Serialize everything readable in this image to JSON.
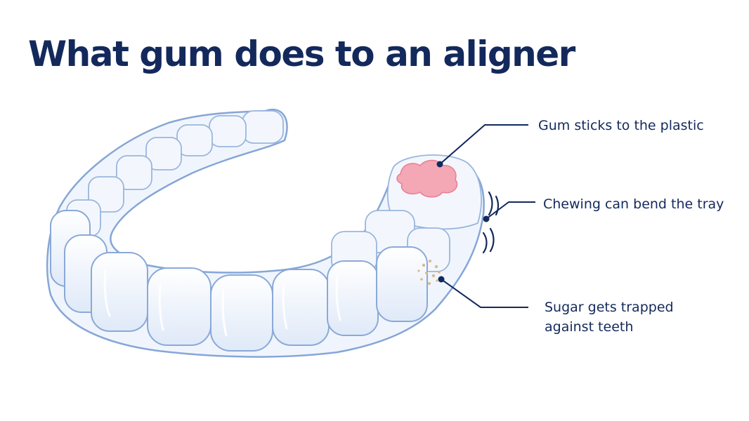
{
  "title": "What gum does to an aligner",
  "colors": {
    "navy": "#13295c",
    "tray_fill": "#e9f1fc",
    "tray_outline": "#86a6d6",
    "gum_pink": "#f4a7b4",
    "sugar_dots": "#d9b98c"
  },
  "callouts": [
    {
      "id": "gum",
      "text": "Gum sticks to the plastic"
    },
    {
      "id": "chew",
      "text": "Chewing can bend the tray"
    },
    {
      "id": "sugar",
      "text": "Sugar gets trapped against teeth"
    }
  ],
  "icons": [
    "aligner-tray-illustration",
    "gum-blob-icon",
    "vibration-lines-icon",
    "sugar-dots-icon"
  ]
}
